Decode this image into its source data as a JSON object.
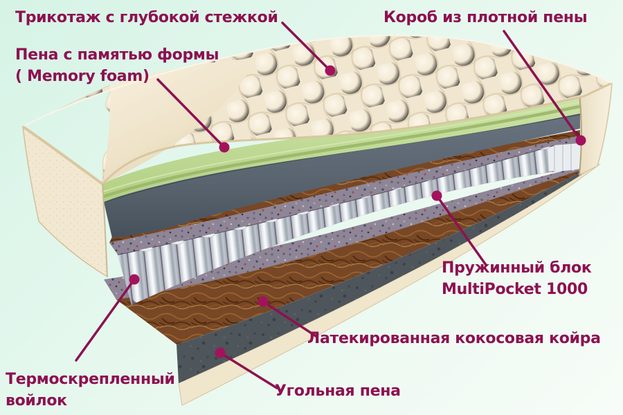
{
  "diagram": {
    "subject": "mattress-cutaway-layers",
    "labels": [
      {
        "id": "knit-cover",
        "text": "Трикотаж с глубокой стежкой"
      },
      {
        "id": "foam-box",
        "text": "Короб из плотной пены"
      },
      {
        "id": "memory-foam",
        "text": "Пена с памятью формы\n( Memory foam)"
      },
      {
        "id": "spring-block",
        "text": "Пружинный блок\nMultiPocket 1000"
      },
      {
        "id": "coconut-coir",
        "text": "Латекированная кокосовая койра"
      },
      {
        "id": "felt",
        "text": "Термоскрепленный\nвойлок"
      },
      {
        "id": "charcoal-foam",
        "text": "Угольная пена"
      }
    ],
    "colors": {
      "accent": "#8d1150",
      "dot": "#a2135c",
      "bg_top": "#d6f3e6",
      "bg_bottom": "#f7fcf7",
      "quilt_cream": "#f2e8d4",
      "side_panel_cream": "#f2e8d1",
      "memory_foam_green": "#c3dc9a",
      "gray_foam": "#5a6571",
      "coir_brown": "#774726",
      "felt_speckled": "#8e8596",
      "spring_white": "#eef1f4",
      "charcoal_foam": "#4e555b",
      "base_cream": "#efe6cc"
    }
  },
  "labels": [
    {
      "text": "Трикотаж с глубокой стежкой"
    },
    {
      "text": "Короб из плотной пены"
    },
    {
      "text": "Пена с памятью формы\n( Memory foam)"
    },
    {
      "text": "Пружинный блок\nMultiPocket 1000"
    },
    {
      "text": "Латекированная кокосовая койра"
    },
    {
      "text": "Термоскрепленный\nвойлок"
    },
    {
      "text": "Угольная пена"
    }
  ]
}
